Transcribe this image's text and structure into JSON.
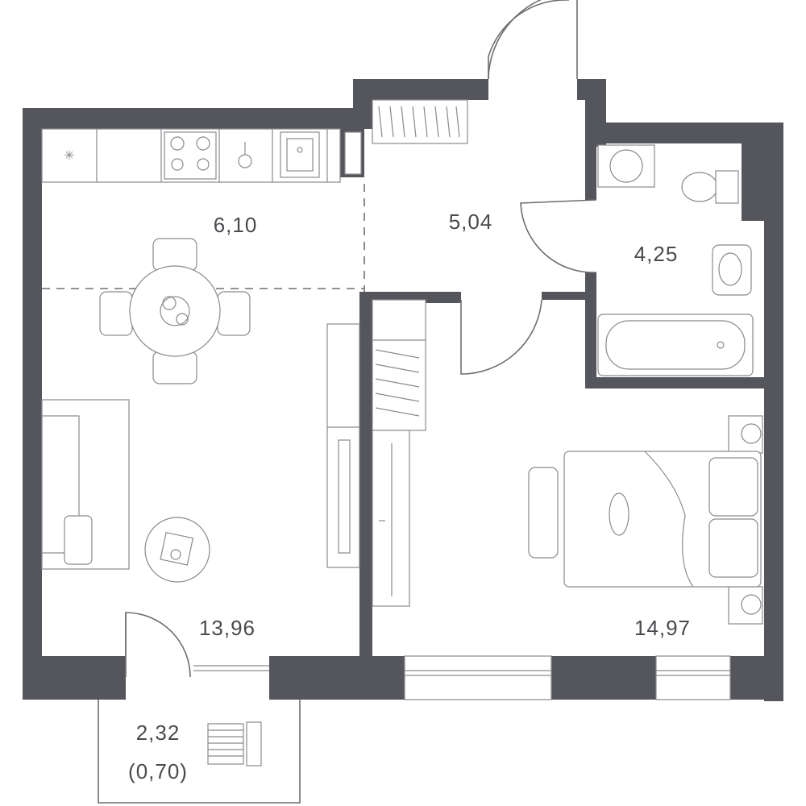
{
  "rooms": {
    "kitchen_zone": {
      "area": "6,10"
    },
    "hallway": {
      "area": "5,04"
    },
    "bathroom": {
      "area": "4,25"
    },
    "living_room": {
      "area": "13,96"
    },
    "bedroom": {
      "area": "14,97"
    },
    "balcony": {
      "area": "2,32",
      "reduced_area": "(0,70)"
    }
  },
  "colors": {
    "walls": "#55565b",
    "lines": "#8a8a8f",
    "text": "#4a4a4f",
    "background": "#ffffff"
  }
}
